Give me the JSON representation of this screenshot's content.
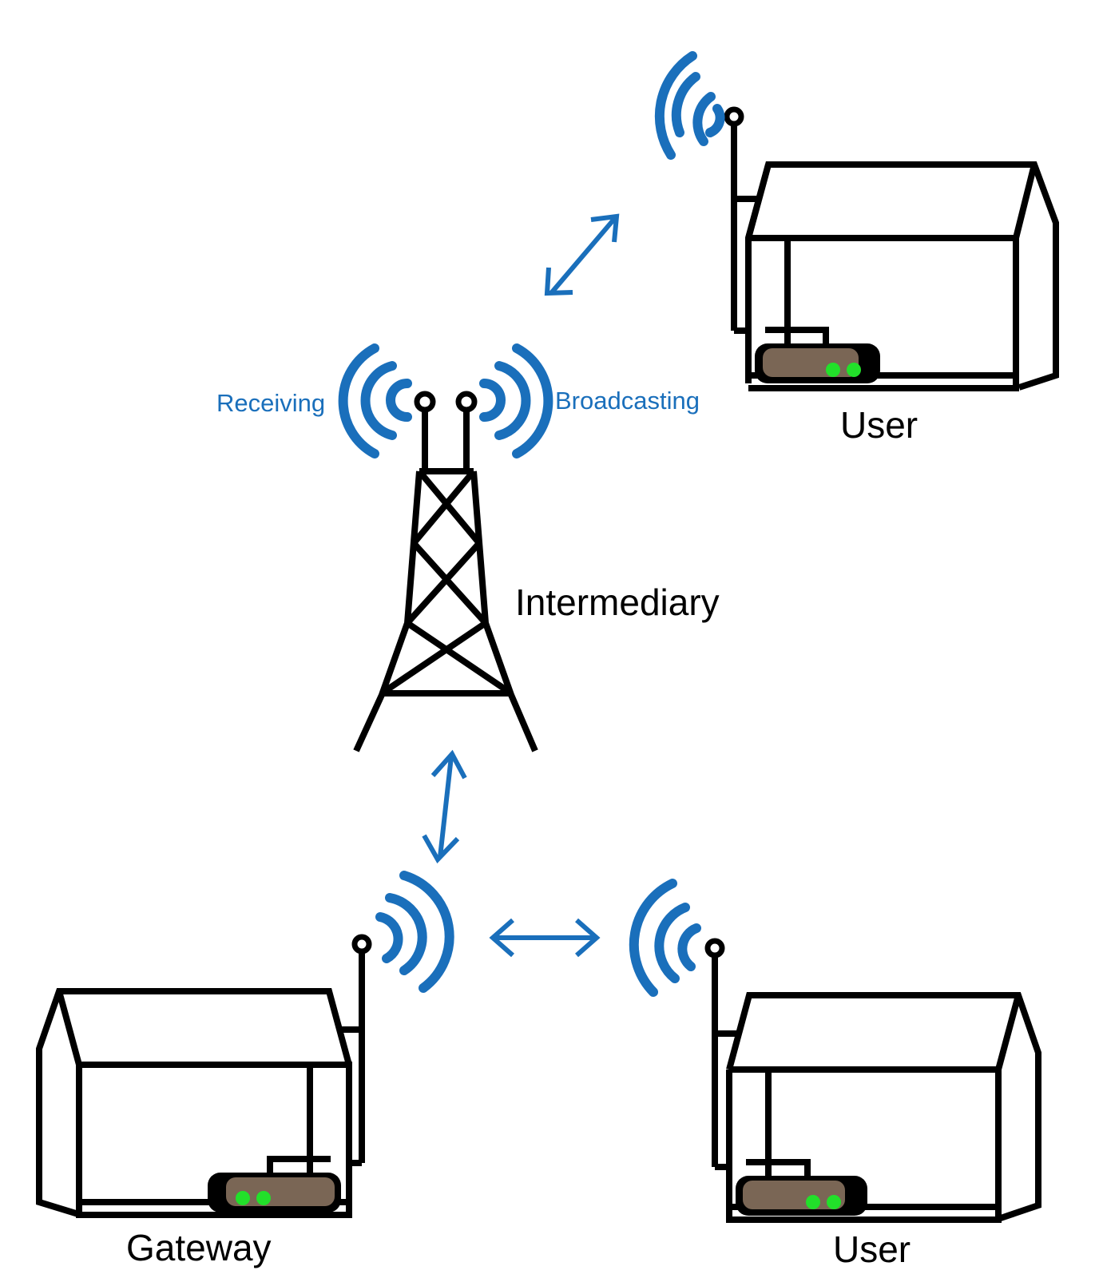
{
  "labels": {
    "receiving": "Receiving",
    "broadcasting": "Broadcasting",
    "intermediary": "Intermediary",
    "user_top": "User",
    "gateway": "Gateway",
    "user_bottom": "User"
  },
  "colors": {
    "signal": "#1a6fbb",
    "outline": "#000000",
    "router_body": "#7a6655",
    "led": "#22e02a"
  },
  "icons": {
    "tower": "radio-tower-icon",
    "house": "house-icon",
    "router": "router-icon",
    "signal": "wifi-signal-icon",
    "link": "double-arrow-icon"
  }
}
